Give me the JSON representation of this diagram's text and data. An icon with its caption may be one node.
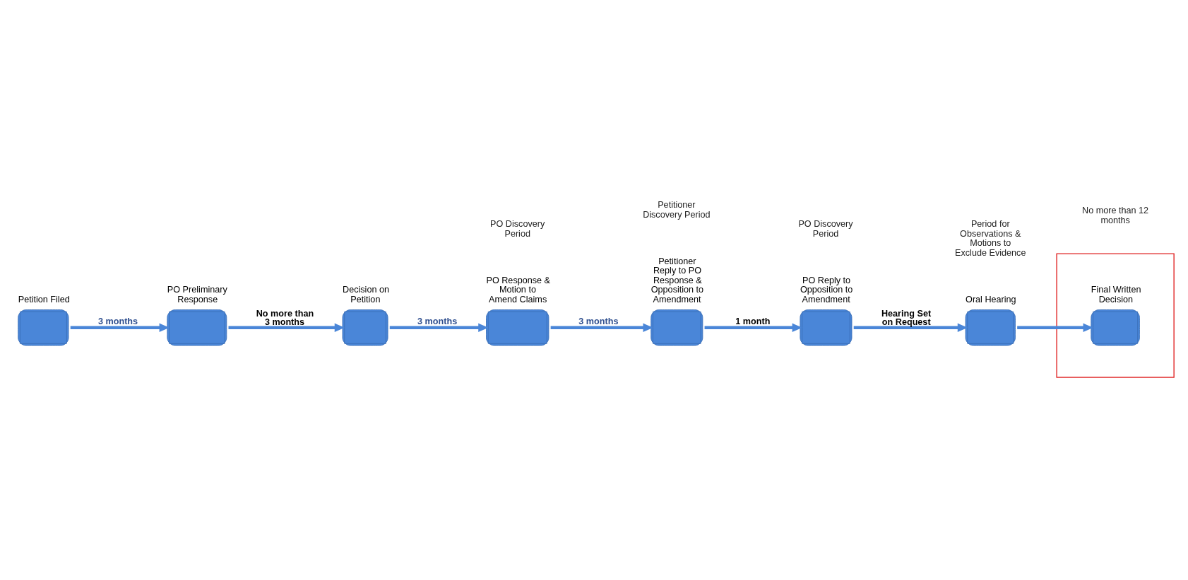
{
  "diagram": {
    "nodes": [
      {
        "text": [
          "Petition Filed"
        ]
      },
      {
        "text": [
          "PO Preliminary Response"
        ]
      },
      {
        "text": [
          "Decision on Petition"
        ]
      },
      {
        "text": [
          "PO Response & Motion to Amend Claims"
        ]
      },
      {
        "text": [
          "Petitioner Reply to PO Response & Opposition to Amendment"
        ]
      },
      {
        "text": [
          "PO Reply to Opposition to Amendment"
        ]
      },
      {
        "text": [
          "Oral Hearing"
        ]
      },
      {
        "text": [],
        "shape": "box"
      },
      {
        "text": [
          "Final Written Decision"
        ],
        "in": 7
      }
    ],
    "edges": [
      {
        "from": 0,
        "to": 1,
        "arrow": "to",
        "label": "3 months"
      },
      {
        "from": 1,
        "to": 2,
        "arrow": "to",
        "label": "No more than 3 months"
      },
      {
        "from": 2,
        "to": 3,
        "arrow": "to",
        "label": "3 months"
      },
      {
        "from": 3,
        "to": 4,
        "arrow": "to",
        "label": "3 months"
      },
      {
        "from": 4,
        "to": 5,
        "arrow": "to",
        "label": "1 month"
      },
      {
        "from": 5,
        "to": 6,
        "arrow": "to",
        "label": "Hearing Set on Request"
      },
      {
        "from": 6,
        "to": 8,
        "arrow": "to"
      }
    ],
    "labels": [
      "PO Discovery Period",
      "Petitioner Discovery Period",
      "PO Discovery Period",
      "Period for Observations & Motions to Exclude Evidence",
      "No more than 12 months"
    ]
  }
}
